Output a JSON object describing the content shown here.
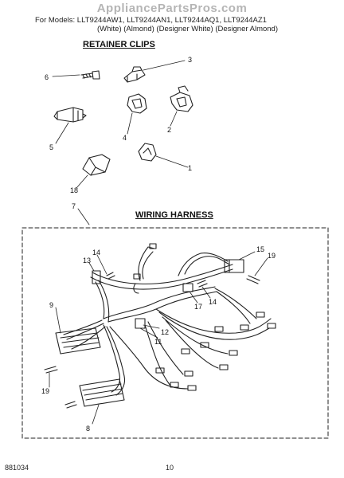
{
  "header": {
    "watermark": "AppliancePartsPros.com",
    "models_line1": "For Models: LLT9244AW1, LLT9244AN1, LLT9244AQ1, LLT9244AZ1",
    "models_line2": "(White)       (Almond)   (Designer White) (Designer Almond)"
  },
  "sections": {
    "retainer_clips": "RETAINER CLIPS",
    "wiring_harness": "WIRING HARNESS"
  },
  "callouts": [
    "1",
    "2",
    "3",
    "4",
    "5",
    "6",
    "7",
    "8",
    "9",
    "11",
    "12",
    "13",
    "14",
    "14",
    "15",
    "17",
    "18",
    "19",
    "19"
  ],
  "footer": {
    "code": "881034",
    "page": "10"
  }
}
